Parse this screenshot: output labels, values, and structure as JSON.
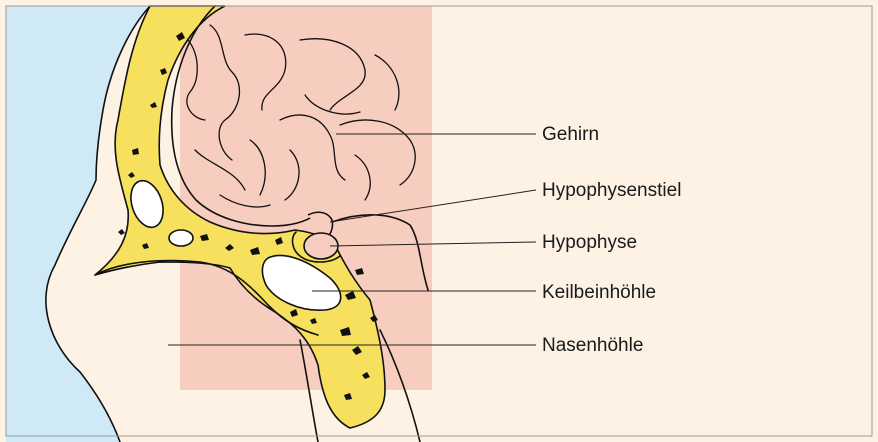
{
  "colors": {
    "sky": "#cfe9f6",
    "skin": "#fdf2e3",
    "brain": "#f7cdbf",
    "bone": "#f6e05e",
    "cavity": "#ffffff",
    "line": "#111111"
  },
  "labels": {
    "gehirn": "Gehirn",
    "hypophysenstiel": "Hypophysenstiel",
    "hypophyse": "Hypophyse",
    "keilbeinhoehle": "Keilbeinhöhle",
    "nasenhoehle": "Nasenhöhle"
  }
}
